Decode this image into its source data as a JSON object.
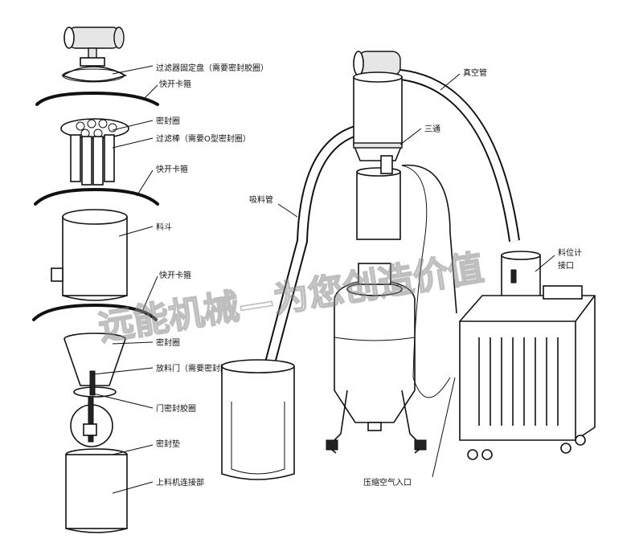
{
  "labels": {
    "filter_plate": "过滤器固定盘（需要密封胶圈）",
    "quick_clamp_1": "快开卡箍",
    "seal_ring_1": "密封圈",
    "filter_rod": "过滤棒（需要O型密封圈）",
    "quick_clamp_2": "快开卡箍",
    "hopper": "料斗",
    "quick_clamp_3": "快开卡箍",
    "seal_ring_2": "密封圈",
    "discharge_door": "放料门（需要密封圈）",
    "door_seal": "门密封胶圈",
    "seal_pad": "密封垫",
    "loader_connector": "上料机连接部",
    "vacuum_pipe": "真空管",
    "tee": "三通",
    "suction_pipe": "吸料管",
    "level_meter_port_line1": "料位计",
    "level_meter_port_line2": "接口",
    "compressed_air_inlet": "压缩空气入口"
  },
  "watermark": "远能机械—为您创造价值"
}
